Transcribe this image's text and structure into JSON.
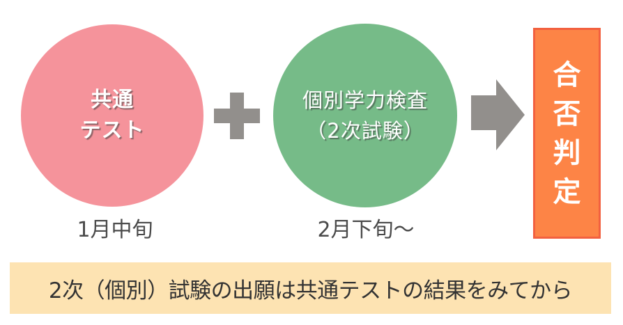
{
  "steps": [
    {
      "id": "common-test",
      "lines": [
        "共通",
        "テスト"
      ],
      "period": "1月中旬",
      "color": "#f5939b"
    },
    {
      "id": "individual-exam",
      "lines": [
        "個別学力検査",
        "（2次試験）"
      ],
      "period": "2月下旬〜",
      "color": "#76bb88"
    }
  ],
  "operator": "plus-icon",
  "connector": "arrow-right-icon",
  "result": {
    "chars": [
      "合",
      "否",
      "判",
      "定"
    ],
    "color": "#fd8446",
    "border_color": "#f2603f"
  },
  "banner": {
    "text": "2次（個別）試験の出願は共通テストの結果をみてから",
    "color": "#fde3b2"
  },
  "symbol_color": "#928f8c"
}
